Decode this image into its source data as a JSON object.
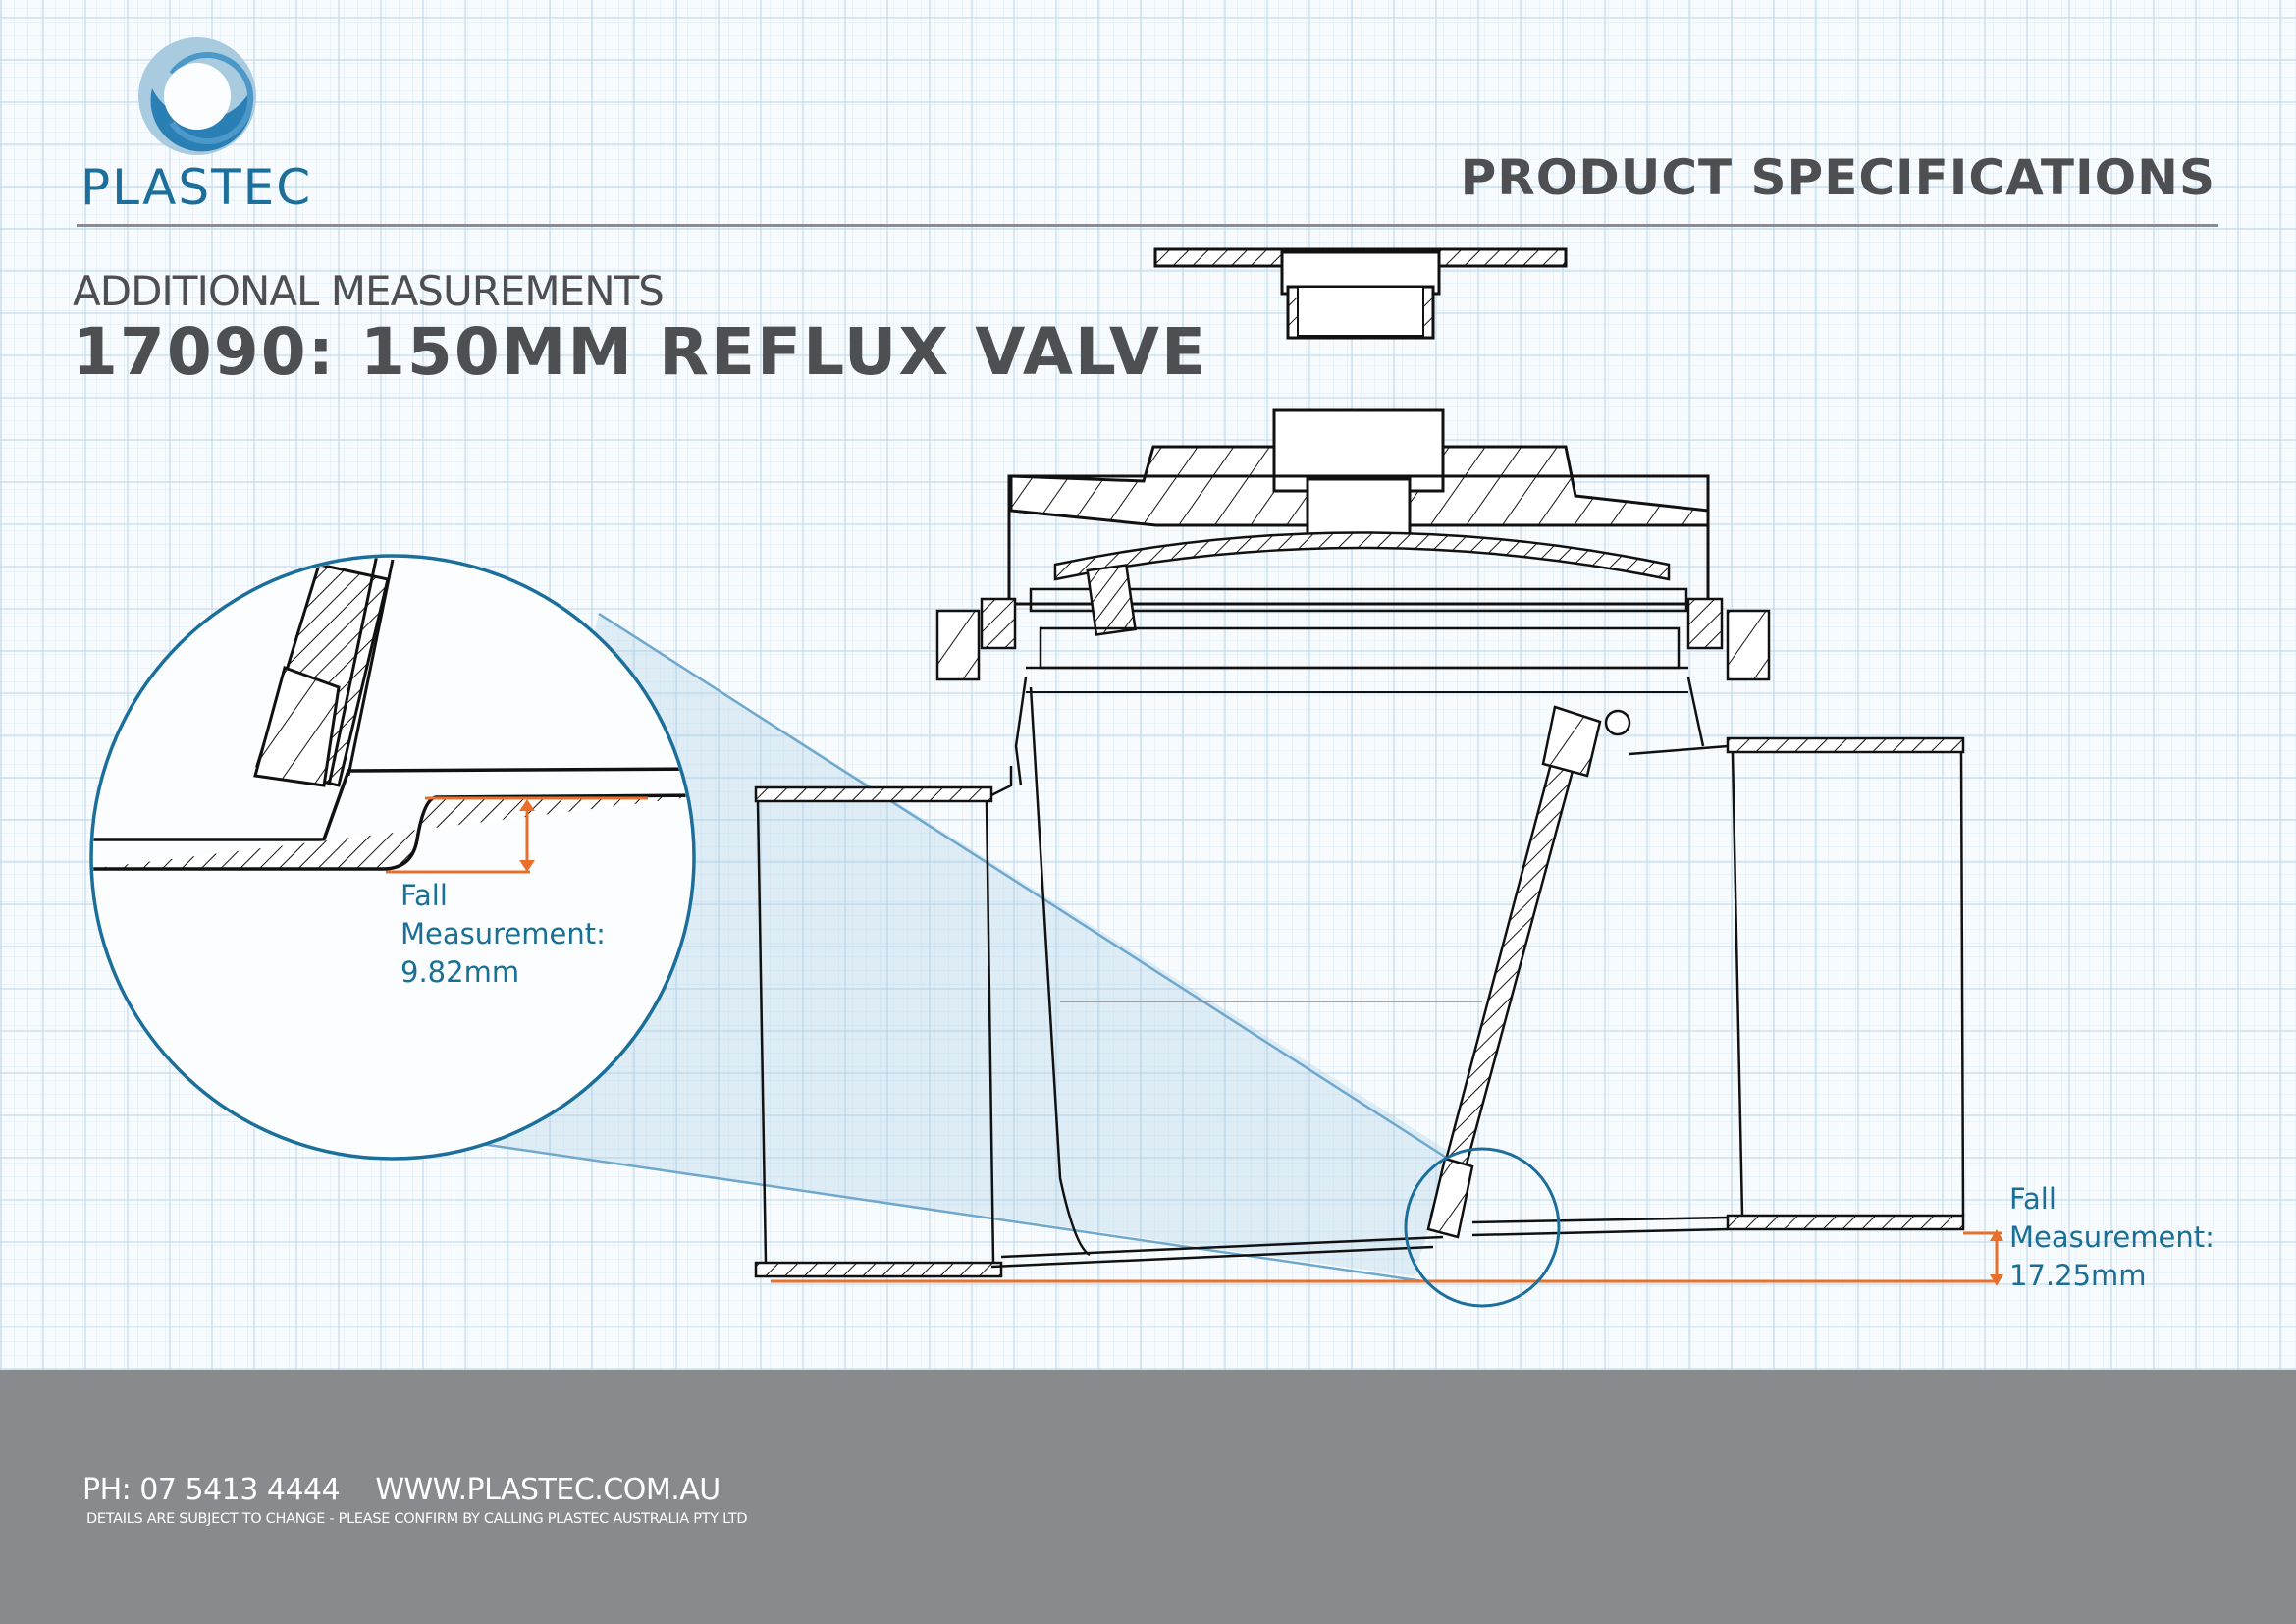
{
  "header": {
    "brand_name": "PLASTEC",
    "logo_icon": "ring-swirl-logo-icon",
    "section_label": "PRODUCT SPECIFICATIONS"
  },
  "page": {
    "subtitle": "ADDITIONAL MEASUREMENTS",
    "title": "17090: 150MM REFLUX VALVE"
  },
  "drawing": {
    "description": "Cross-section of 150mm reflux valve with magnified detail",
    "detail_measurement": {
      "line1": "Fall",
      "line2": "Measurement:",
      "value": "9.82mm"
    },
    "overall_measurement": {
      "line1": "Fall",
      "line2": "Measurement:",
      "value": "17.25mm"
    }
  },
  "colors": {
    "brand_blue": "#1b6f9a",
    "logo_light_blue": "#a9cbe0",
    "dimension_orange": "#e8702a",
    "text_gray": "#4d4f53",
    "footer_gray": "#898a8d"
  },
  "footer": {
    "phone_label": "PH: 07 5413 4444",
    "website": "WWW.PLASTEC.COM.AU",
    "disclaimer": "DETAILS ARE SUBJECT TO CHANGE - PLEASE CONFIRM BY CALLING PLASTEC AUSTRALIA PTY LTD"
  }
}
